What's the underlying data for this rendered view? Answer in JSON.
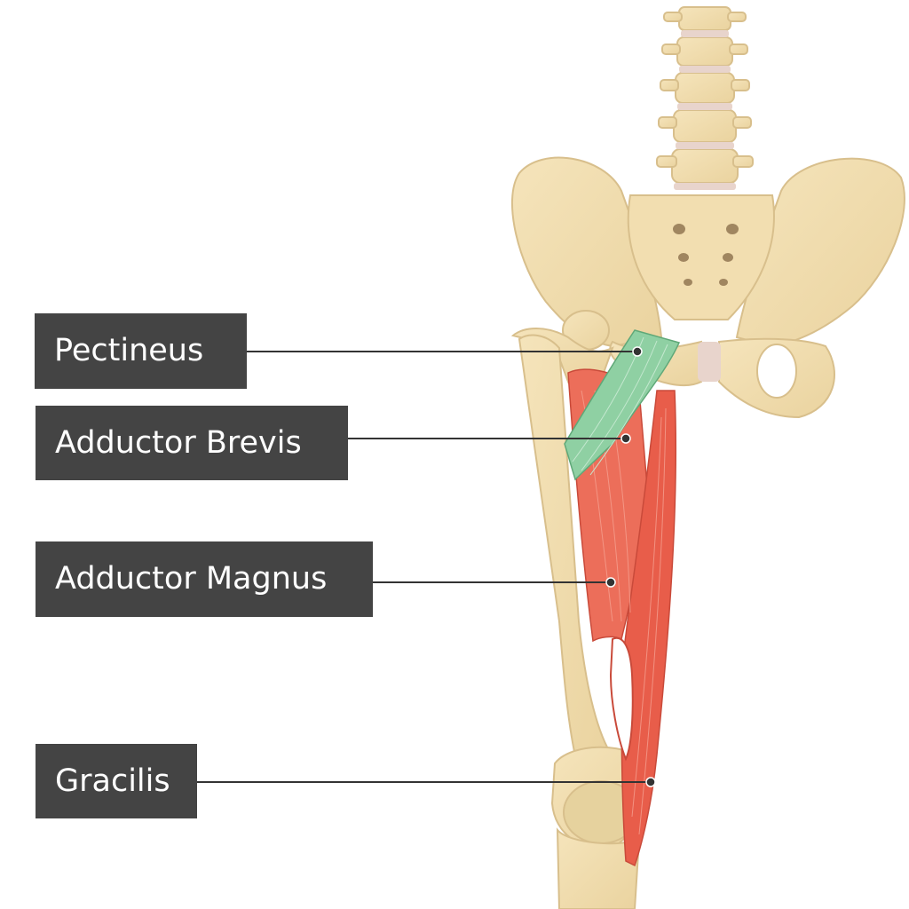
{
  "labels": {
    "pectineus": "Pectineus",
    "adductor_brevis": "Adductor Brevis",
    "adductor_magnus": "Adductor Magnus",
    "gracilis": "Gracilis"
  },
  "colors": {
    "bone": "#f0dcae",
    "bone_outline": "#d8bf8c",
    "bone_shadow": "#e2c995",
    "disc": "#e8d4cc",
    "pectineus_green": "#8fd0a3",
    "adductor_red": "#ec6e5a",
    "magnus_red": "#e85d4a",
    "label_bg": "#444444",
    "label_text": "#ffffff",
    "leader_line": "#333333"
  }
}
